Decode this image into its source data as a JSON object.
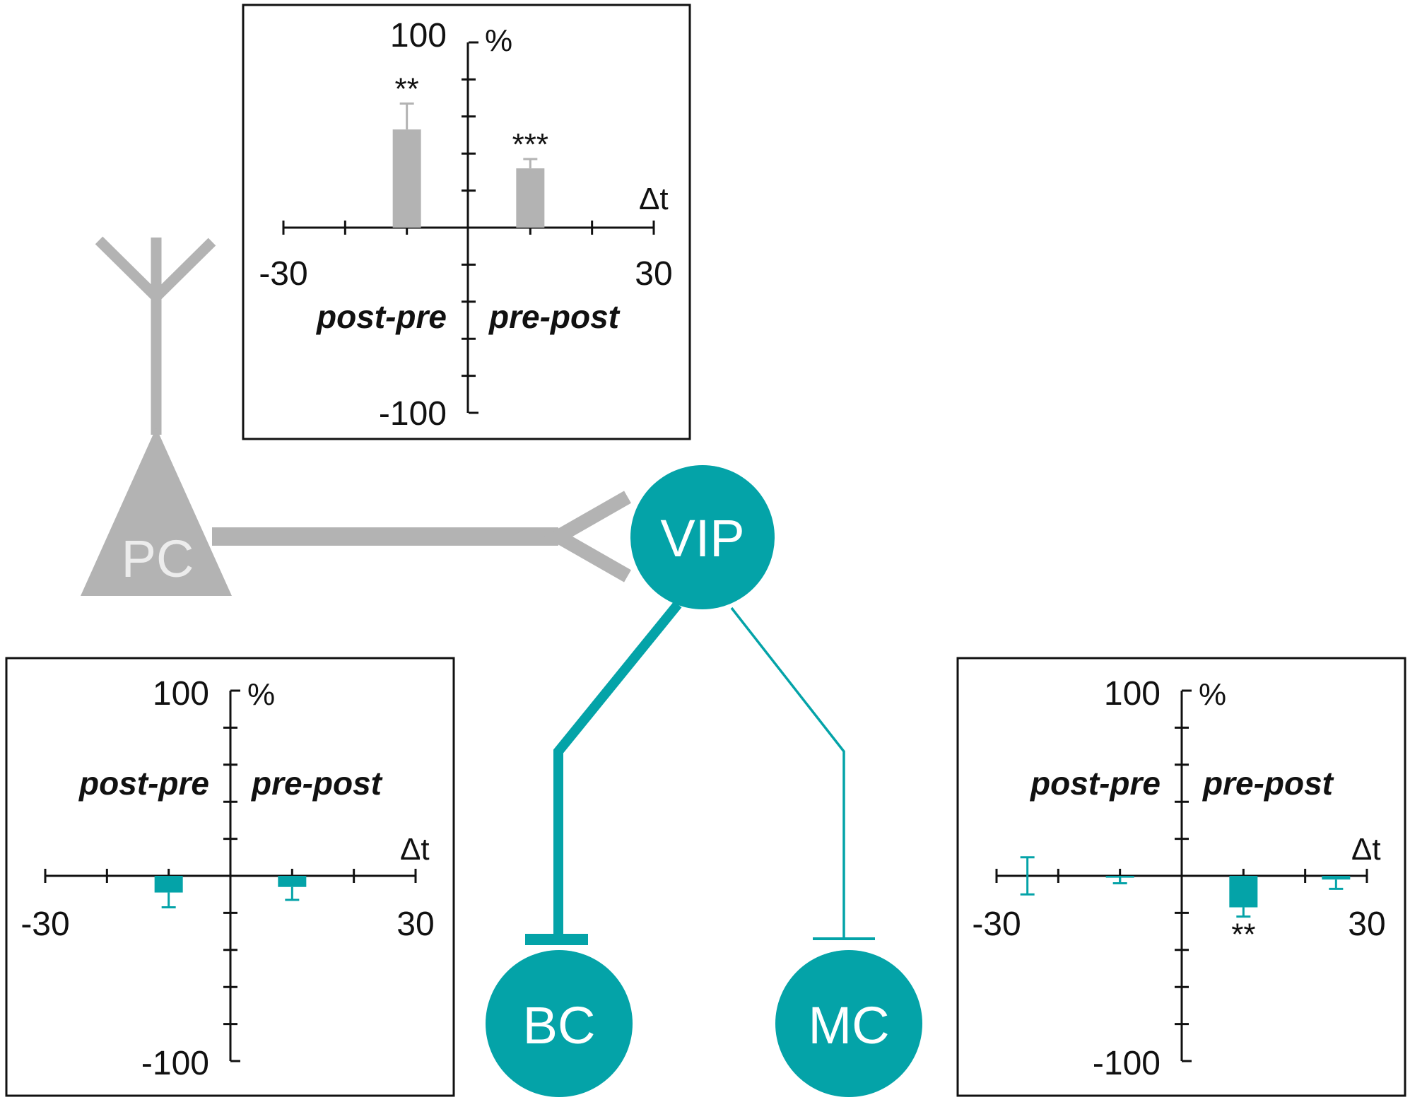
{
  "colors": {
    "pc": "#b3b3b3",
    "interneuron": "#04a3a8",
    "axis": "#111111",
    "frame": "#111111"
  },
  "cells": {
    "pc": "PC",
    "vip": "VIP",
    "bc": "BC",
    "mc": "MC"
  },
  "chart_data": [
    {
      "type": "bar",
      "panel": "PC to VIP",
      "color": "#b3b3b3",
      "x_ticks": [
        "-30",
        "30"
      ],
      "y_ticks": [
        "100",
        "-100"
      ],
      "xlabel": "Δt",
      "ylabel": "%",
      "xlim": [
        -30,
        30
      ],
      "ylim": [
        -100,
        100
      ],
      "x_minor_ticks": [
        -20,
        -10,
        10,
        20
      ],
      "y_minor_ticks": [
        -80,
        -60,
        -40,
        -20,
        20,
        40,
        60,
        80
      ],
      "side_labels": {
        "left": "post-pre",
        "right": "pre-post"
      },
      "series": [
        {
          "x": [
            -10,
            10
          ],
          "values": [
            53,
            32
          ],
          "errors": [
            14,
            5
          ],
          "significance": [
            "**",
            "***"
          ]
        }
      ]
    },
    {
      "type": "bar",
      "panel": "VIP to BC",
      "color": "#04a3a8",
      "x_ticks": [
        "-30",
        "30"
      ],
      "y_ticks": [
        "100",
        "-100"
      ],
      "xlabel": "Δt",
      "ylabel": "%",
      "xlim": [
        -30,
        30
      ],
      "ylim": [
        -100,
        100
      ],
      "x_minor_ticks": [
        -20,
        -10,
        10,
        20
      ],
      "y_minor_ticks": [
        -80,
        -60,
        -40,
        -20,
        20,
        40,
        60,
        80
      ],
      "side_labels": {
        "left": "post-pre",
        "right": "pre-post"
      },
      "series": [
        {
          "x": [
            -10,
            10
          ],
          "values": [
            -9,
            -6
          ],
          "errors": [
            8,
            7
          ],
          "significance": [
            "",
            ""
          ]
        }
      ]
    },
    {
      "type": "bar",
      "panel": "VIP to MC",
      "color": "#04a3a8",
      "x_ticks": [
        "-30",
        "30"
      ],
      "y_ticks": [
        "100",
        "-100"
      ],
      "xlabel": "Δt",
      "ylabel": "%",
      "xlim": [
        -30,
        30
      ],
      "ylim": [
        -100,
        100
      ],
      "x_minor_ticks": [
        -20,
        -10,
        10,
        20
      ],
      "y_minor_ticks": [
        -80,
        -60,
        -40,
        -20,
        20,
        40,
        60,
        80
      ],
      "side_labels": {
        "left": "post-pre",
        "right": "pre-post"
      },
      "series": [
        {
          "x": [
            -25,
            -10,
            10,
            25
          ],
          "values": [
            0,
            -1,
            -17,
            -2
          ],
          "errors": [
            10,
            3,
            5,
            5
          ],
          "significance": [
            "",
            "",
            "**",
            ""
          ]
        }
      ]
    }
  ]
}
